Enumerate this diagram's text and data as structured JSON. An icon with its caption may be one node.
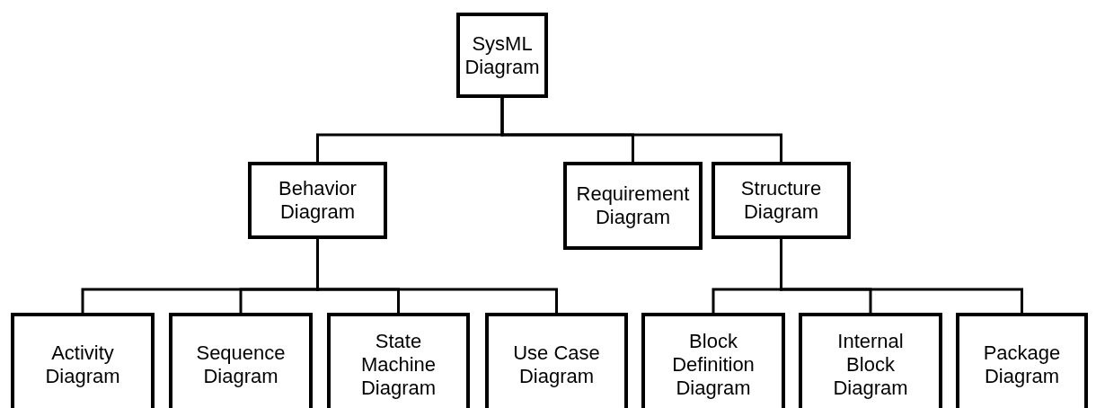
{
  "diagram": {
    "nodes": [
      {
        "text": [
          "SysML Diagram"
        ]
      },
      {
        "text": [
          "Behavior Diagram"
        ]
      },
      {
        "text": [
          "Requirement Diagram"
        ]
      },
      {
        "text": [
          "Structure Diagram"
        ]
      },
      {
        "text": [
          "Activity Diagram"
        ]
      },
      {
        "text": [
          "Sequence Diagram"
        ]
      },
      {
        "text": [
          "State Machine Diagram"
        ]
      },
      {
        "text": [
          "Use Case Diagram"
        ]
      },
      {
        "text": [
          "Block Definition Diagram"
        ]
      },
      {
        "text": [
          "Internal Block Diagram"
        ]
      },
      {
        "text": [
          "Package Diagram"
        ]
      }
    ],
    "edges": [
      {
        "from": 0,
        "to": 1,
        "arrow": "none"
      },
      {
        "from": 0,
        "to": 2,
        "arrow": "none"
      },
      {
        "from": 0,
        "to": 3,
        "arrow": "none"
      },
      {
        "from": 1,
        "to": 4,
        "arrow": "none"
      },
      {
        "from": 1,
        "to": 5,
        "arrow": "none"
      },
      {
        "from": 1,
        "to": 6,
        "arrow": "none"
      },
      {
        "from": 1,
        "to": 7,
        "arrow": "none"
      },
      {
        "from": 3,
        "to": 8,
        "arrow": "none"
      },
      {
        "from": 3,
        "to": 9,
        "arrow": "none"
      },
      {
        "from": 3,
        "to": 10,
        "arrow": "none"
      }
    ]
  }
}
